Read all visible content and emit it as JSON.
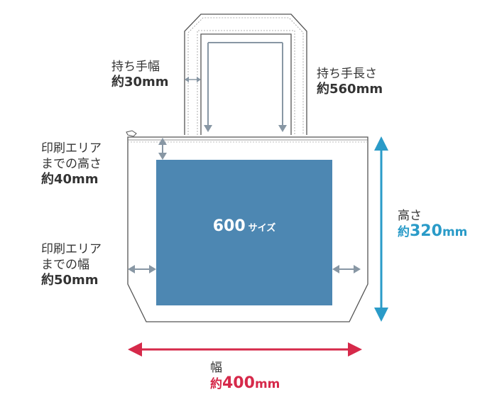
{
  "labels": {
    "handle_width": {
      "title": "持ち手幅",
      "value": "約30mm"
    },
    "handle_length": {
      "title": "持ち手長さ",
      "value": "約560mm"
    },
    "print_top": {
      "line1": "印刷エリア",
      "line2": "までの高さ",
      "value": "約40mm"
    },
    "print_side": {
      "line1": "印刷エリア",
      "line2": "までの幅",
      "value": "約50mm"
    },
    "height": {
      "title": "高さ",
      "prefix": "約",
      "number": "320",
      "unit": "mm"
    },
    "width": {
      "title": "幅",
      "prefix": "約",
      "number": "400",
      "unit": "mm"
    }
  },
  "print_area": {
    "number": "600",
    "suffix": "サイズ"
  },
  "colors": {
    "outline": "#555555",
    "print_area": "#4d87b2",
    "dim_arrow": "#8897a4",
    "height_arrow": "#2a9bc8",
    "width_arrow": "#d6294a",
    "text": "#333333"
  }
}
